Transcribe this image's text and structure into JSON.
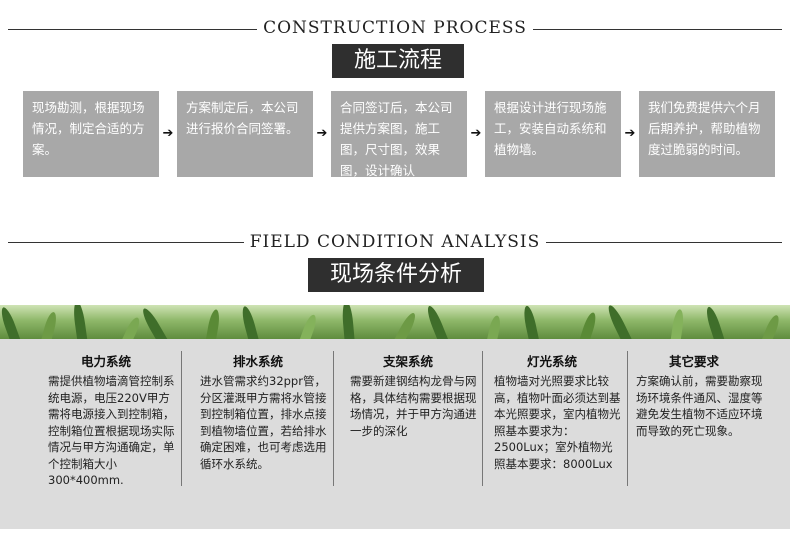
{
  "process": {
    "en_title": "CONSTRUCTION PROCESS",
    "cn_title": "施工流程",
    "steps": [
      "现场勘测，根据现场情况，制定合适的方案。",
      "方案制定后，本公司进行报价合同签署。",
      "合同签订后，本公司提供方案图，施工图，尺寸图，效果图，设计确认",
      "根据设计进行现场施工，安装自动系统和植物墙。",
      "我们免费提供六个月后期养护，帮助植物度过脆弱的时间。"
    ]
  },
  "analysis": {
    "en_title": "FIELD CONDITION ANALYSIS",
    "cn_title": "现场条件分析",
    "columns": [
      {
        "title": "电力系统",
        "text": "需提供植物墙滴管控制系统电源，电压220V甲方需将电源接入到控制箱，控制箱位置根据现场实际情况与甲方沟通确定，单个控制箱大小300*400mm."
      },
      {
        "title": "排水系统",
        "text": "进水管需求约32ppr管，分区灌溉甲方需将水管接到控制箱位置，排水点接到植物墙位置，若给排水确定困难，也可考虑选用循环水系统。"
      },
      {
        "title": "支架系统",
        "text": "需要新建钢结构龙骨与网格，具体结构需要根据现场情况，并于甲方沟通进一步的深化"
      },
      {
        "title": "灯光系统",
        "text": "植物墙对光照要求比较高，植物叶面必须达到基本光照要求，室内植物光照基本要求为：2500Lux；室外植物光照基本要求：8000Lux"
      },
      {
        "title": "其它要求",
        "text": "方案确认前，需要勘察现场环境条件通风、湿度等避免发生植物不适应环境而导致的死亡现象。"
      }
    ]
  },
  "colors": {
    "step_bg": "#a8a8a8",
    "title_bg": "#2f2f2f",
    "panel_bg": "#dcdcdc",
    "foliage": "#5f8c3e"
  }
}
